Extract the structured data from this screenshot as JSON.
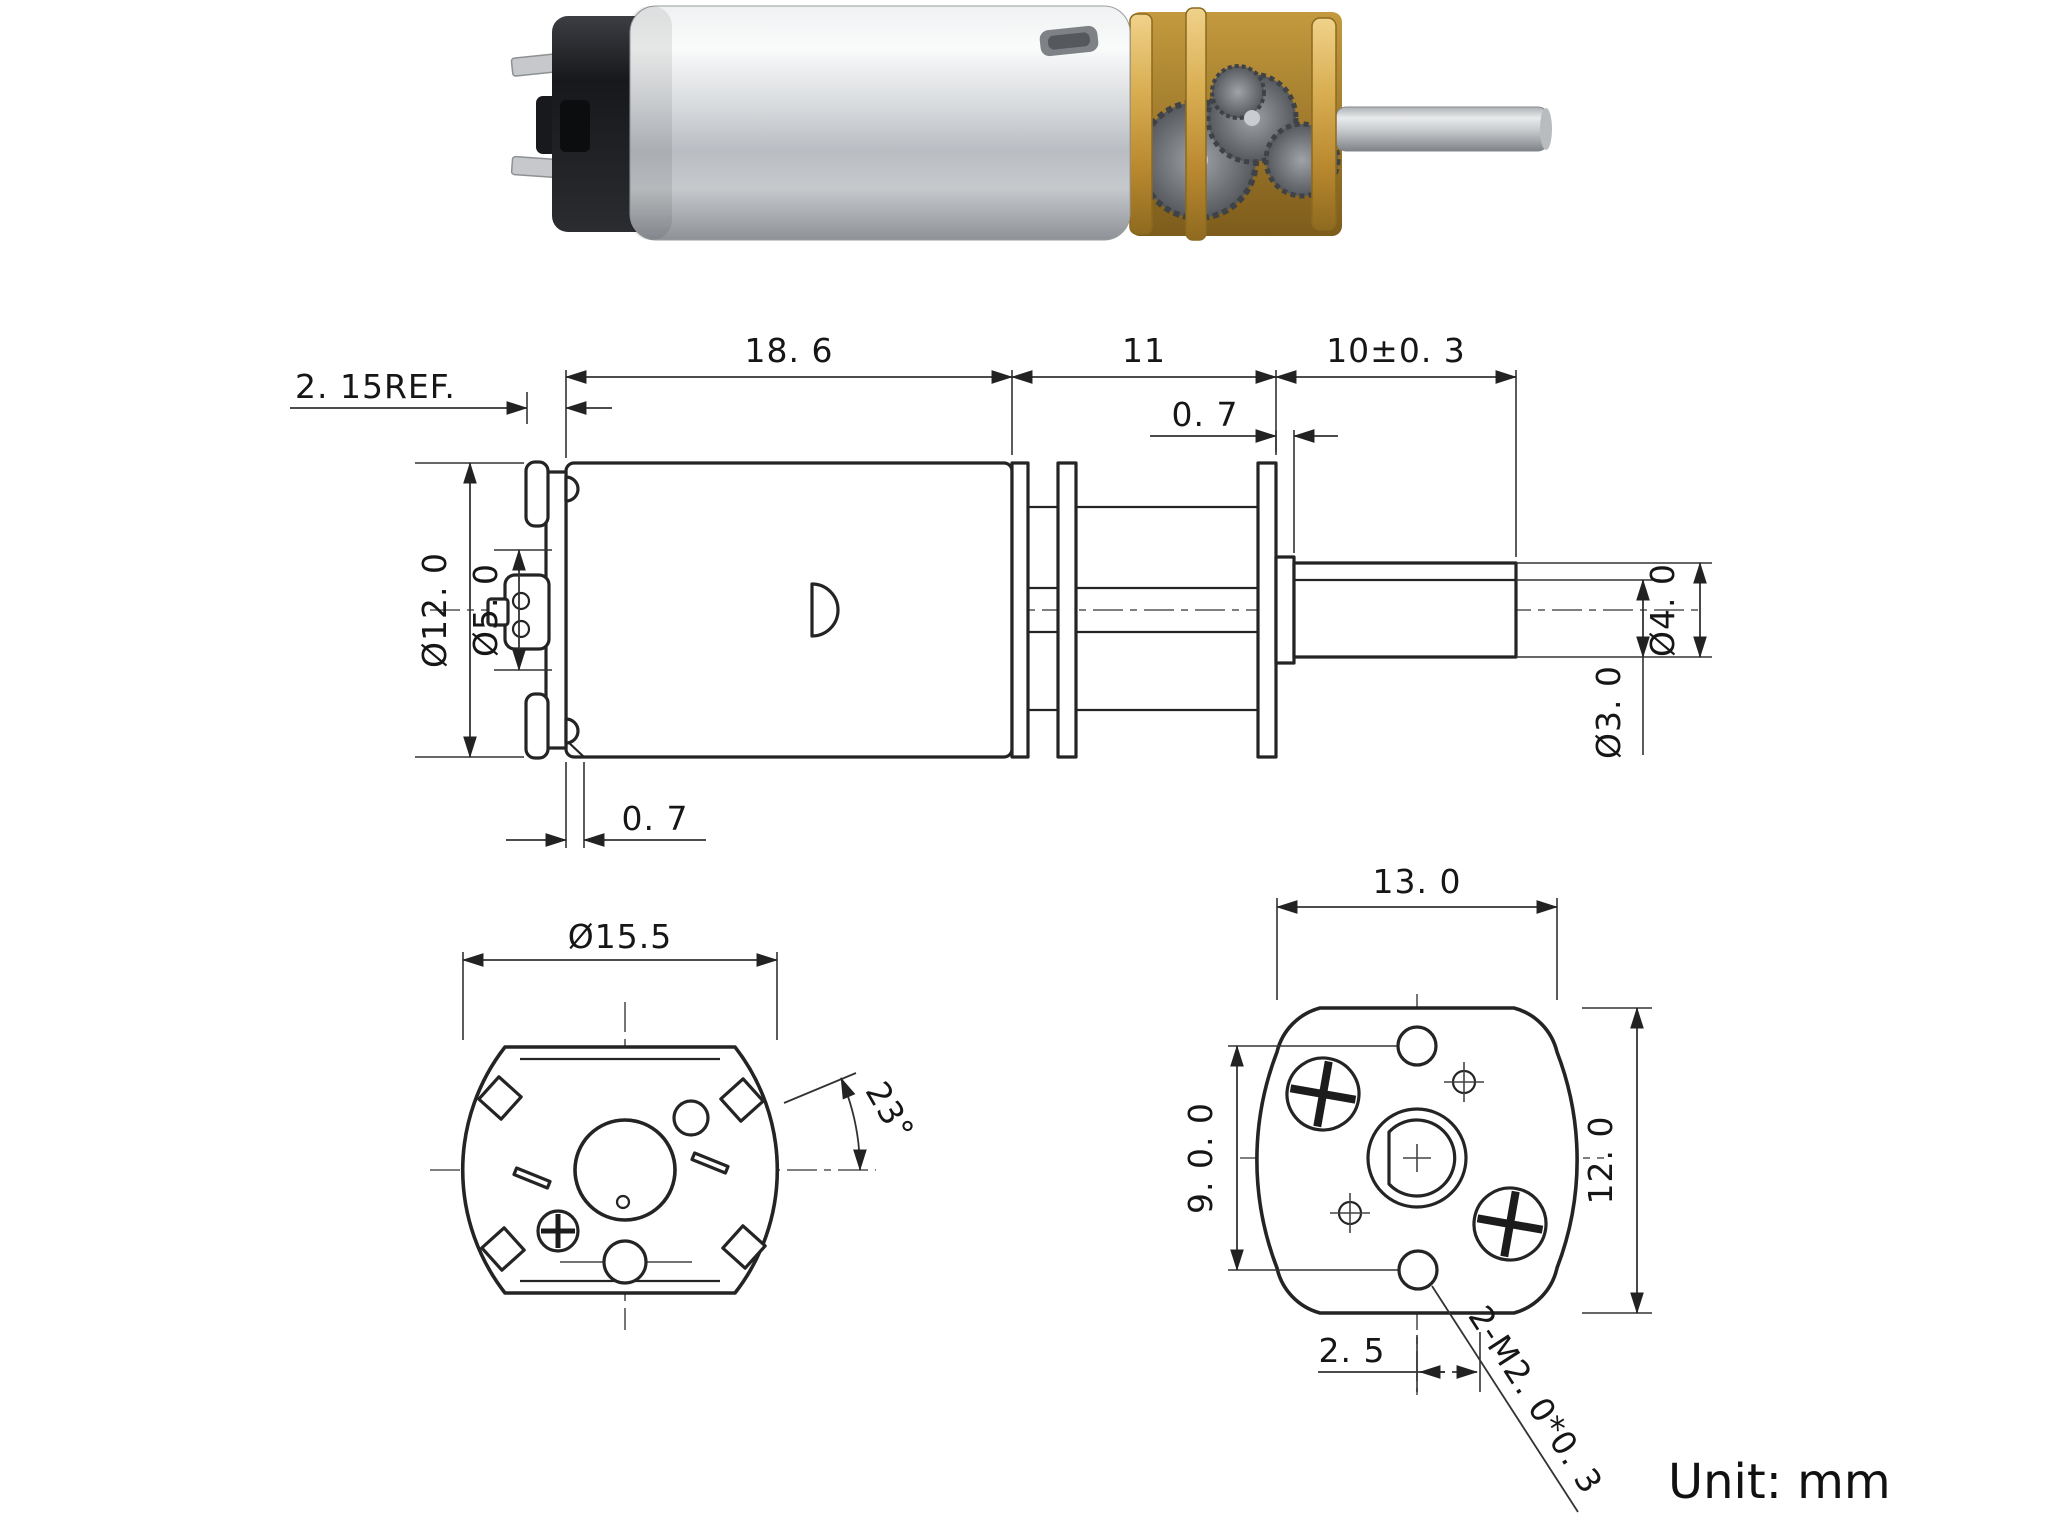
{
  "footer": {
    "unit_label": "Unit: mm"
  },
  "side_view": {
    "dims": {
      "front_ref": "2. 15REF.",
      "motor_length": "18. 6",
      "gearbox_length": "11",
      "shaft_length": "10±0. 3",
      "bushing_width": "0. 7",
      "motor_diameter": "Ø12. 0",
      "boss_diameter": "Ø5. 0",
      "shaft_diameter": "Ø4. 0",
      "shaft_flat_height": "Ø3. 0",
      "cap_step": "0. 7"
    }
  },
  "rear_view": {
    "dims": {
      "body_width": "Ø15.5",
      "brush_angle": "23°"
    }
  },
  "face_view": {
    "dims": {
      "body_width": "13. 0",
      "screw_spacing": "9. 0. 0",
      "body_height": "12. 0",
      "hole_offset": "2. 5",
      "thread_callout": "2-M2. 0*0. 3"
    }
  }
}
